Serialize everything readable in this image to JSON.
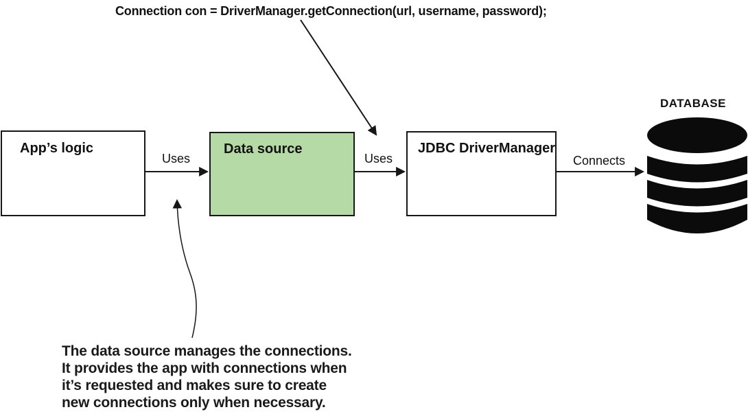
{
  "annotations": {
    "code": "Connection con = DriverManager.getConnection(url, username, password);",
    "note": "The data source manages the connections.\nIt provides the app with connections when\nit’s requested and makes sure to create\nnew connections only when necessary."
  },
  "nodes": {
    "app": {
      "label": "App’s logic",
      "fill": "#ffffff"
    },
    "data_source": {
      "label": "Data source",
      "fill": "#b6daa5"
    },
    "driver_manager": {
      "label": "JDBC DriverManager",
      "fill": "#ffffff"
    },
    "database": {
      "label": "DATABASE",
      "color": "#0b0b0b"
    }
  },
  "edges": [
    {
      "from": "app",
      "to": "data_source",
      "label": "Uses"
    },
    {
      "from": "data_source",
      "to": "driver_manager",
      "label": "Uses"
    },
    {
      "from": "driver_manager",
      "to": "database",
      "label": "Connects"
    }
  ],
  "colors": {
    "line": "#161616",
    "text": "#111111"
  }
}
